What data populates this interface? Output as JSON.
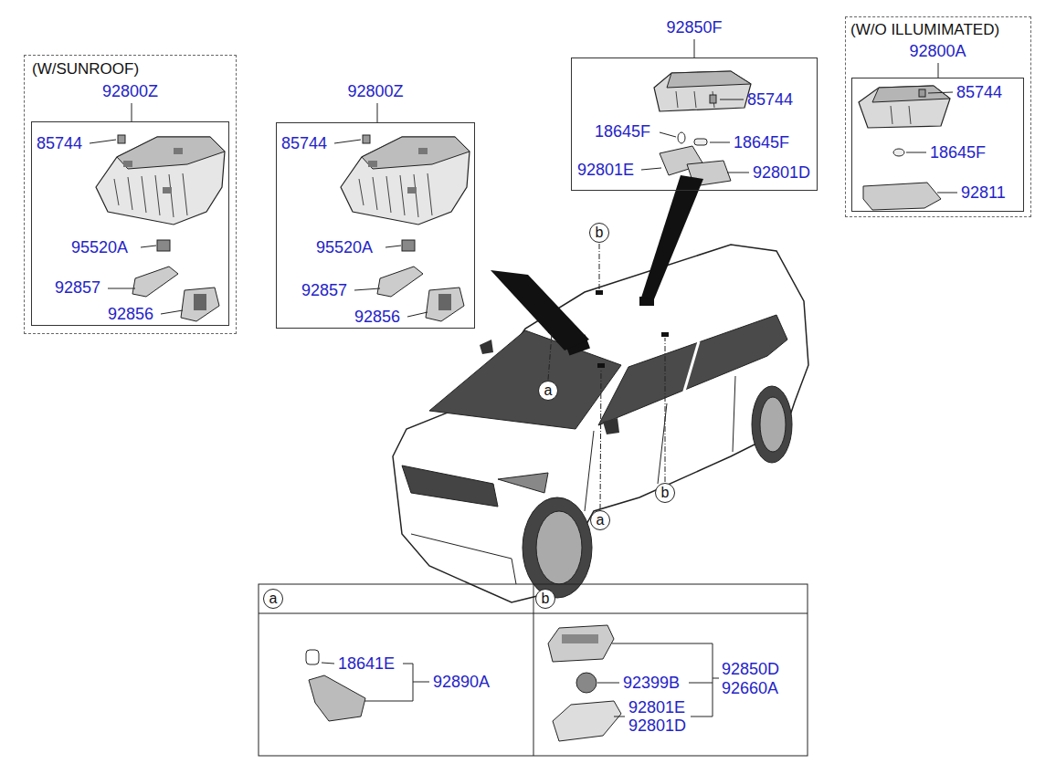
{
  "diagram": {
    "nodes": [
      {
        "text": [
          "(W/SUNROOF)"
        ]
      },
      {
        "text": [
          "92800Z"
        ],
        "in": 0
      },
      {
        "text": [
          "92800Z"
        ]
      },
      {
        "text": [
          "92850F"
        ]
      },
      {
        "text": [
          "(W/O ILLUMIMATED)"
        ]
      },
      {
        "text": [
          "92800A"
        ],
        "in": 4
      },
      {
        "text": [
          "b"
        ]
      },
      {
        "text": [
          "a"
        ]
      },
      {
        "text": [
          "b"
        ]
      },
      {
        "text": [
          "a"
        ]
      },
      {
        "text": [
          "a"
        ]
      },
      {
        "text": [
          "b"
        ]
      }
    ],
    "labels": [
      "85744",
      "95520A",
      "92857",
      "92856",
      "85744",
      "95520A",
      "92857",
      "92856",
      "85744",
      "18645F",
      "18645F",
      "92801E",
      "92801D",
      "85744",
      "18645F",
      "92811",
      "18641E",
      "92890A",
      "92399B",
      "92850D",
      "92660A",
      "92801E",
      "92801D"
    ]
  }
}
